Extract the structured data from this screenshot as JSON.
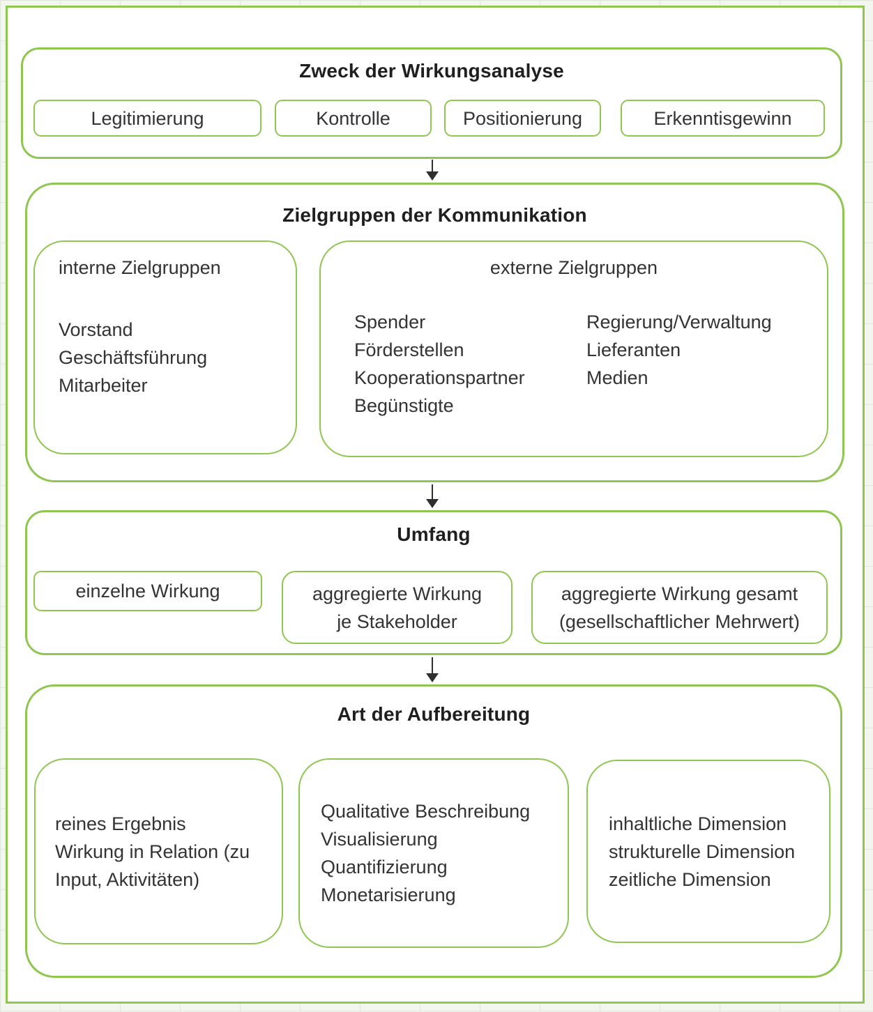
{
  "diagram": {
    "accent_color": "#8ec650",
    "text_color": "#333333",
    "sections": [
      {
        "title": "Zweck der Wirkungsanalyse",
        "items": [
          "Legitimierung",
          "Kontrolle",
          "Positionierung",
          "Erkenntisgewinn"
        ]
      },
      {
        "title": "Zielgruppen der Kommunikation",
        "groups": [
          {
            "title": "interne Zielgruppen",
            "items": [
              "Vorstand",
              "Geschäftsführung",
              "Mitarbeiter"
            ]
          },
          {
            "title": "externe Zielgruppen",
            "columns": [
              [
                "Spender",
                "Förderstellen",
                "Kooperationspartner",
                "Begünstigte"
              ],
              [
                "Regierung/Verwaltung",
                "Lieferanten",
                "Medien"
              ]
            ]
          }
        ]
      },
      {
        "title": "Umfang",
        "items": [
          {
            "lines": [
              "einzelne Wirkung"
            ]
          },
          {
            "lines": [
              "aggregierte Wirkung",
              "je Stakeholder"
            ]
          },
          {
            "lines": [
              "aggregierte Wirkung gesamt",
              "(gesellschaftlicher Mehrwert)"
            ]
          }
        ]
      },
      {
        "title": "Art der Aufbereitung",
        "boxes": [
          {
            "lines": [
              "reines Ergebnis",
              "Wirkung in Relation (zu",
              "Input, Aktivitäten)"
            ]
          },
          {
            "lines": [
              "Qualitative Beschreibung",
              "Visualisierung",
              "Quantifizierung",
              "Monetarisierung"
            ]
          },
          {
            "lines": [
              "inhaltliche Dimension",
              "strukturelle Dimension",
              "zeitliche Dimension"
            ]
          }
        ]
      }
    ]
  }
}
